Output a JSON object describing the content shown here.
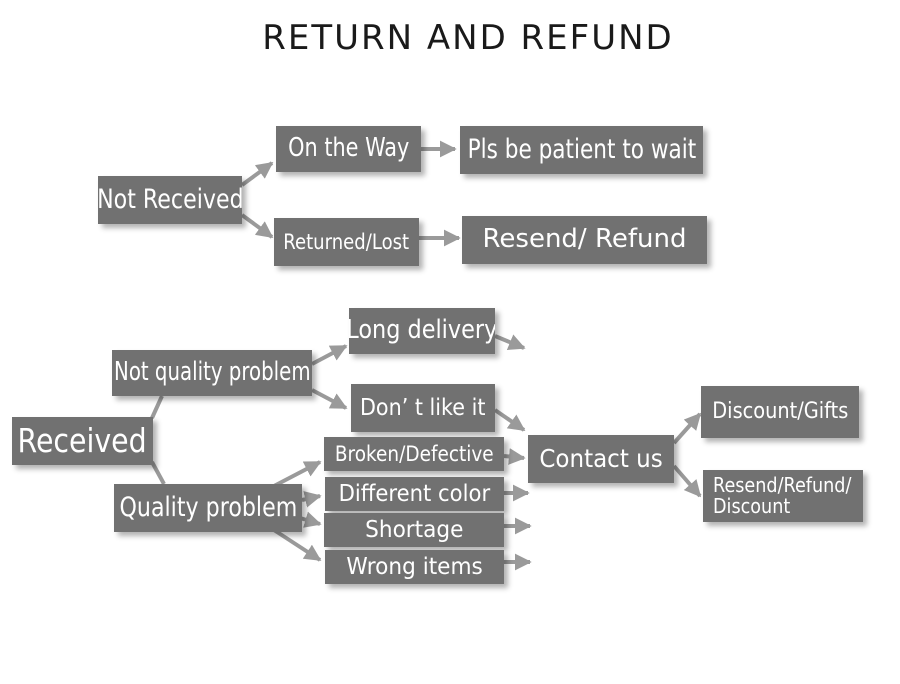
{
  "title": "RETURN AND REFUND",
  "nodes": {
    "not_received": "Not Received",
    "on_the_way": "On the Way",
    "pls_be_patient": "Pls be patient to wait",
    "returned_lost": "Returned/Lost",
    "resend_refund": "Resend/ Refund",
    "long_delivery": "Long delivery",
    "not_quality_problem": "Not quality problem",
    "received": "Received",
    "dont_like_it": "Don’ t like it",
    "broken_defective": "Broken/Defective",
    "quality_problem": "Quality problem",
    "different_color": "Different color",
    "shortage": "Shortage",
    "wrong_items": "Wrong items",
    "contact_us": "Contact us",
    "discount_gifts": "Discount/Gifts",
    "resend_refund_discount_line1": "Resend/Refund/",
    "resend_refund_discount_line2": "Discount"
  },
  "colors": {
    "box": "#717171",
    "arrow": "#9a9a9a",
    "text": "#ffffff",
    "title": "#1a1a1a"
  }
}
